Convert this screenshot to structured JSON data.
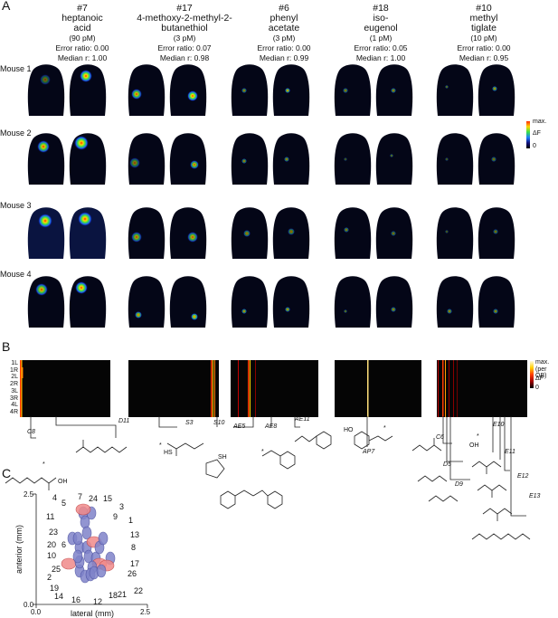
{
  "panels": {
    "a": "A",
    "b": "B",
    "c": "C"
  },
  "odors": [
    {
      "num": "#7",
      "name_lines": [
        "heptanoic",
        "acid"
      ],
      "conc": "(90 pM)",
      "error": "Error ratio: 0.00",
      "median": "Median r: 1.00"
    },
    {
      "num": "#17",
      "name_lines": [
        "4-methoxy-2-methyl-2-",
        "butanethiol"
      ],
      "conc": "(3 pM)",
      "error": "Error ratio: 0.07",
      "median": "Median r: 0.98"
    },
    {
      "num": "#6",
      "name_lines": [
        "phenyl",
        "acetate"
      ],
      "conc": "(3 pM)",
      "error": "Error ratio: 0.00",
      "median": "Median r: 0.99"
    },
    {
      "num": "#18",
      "name_lines": [
        "iso-",
        "eugenol"
      ],
      "conc": "(1 pM)",
      "error": "Error ratio: 0.05",
      "median": "Median r: 1.00"
    },
    {
      "num": "#10",
      "name_lines": [
        "methyl",
        "tiglate"
      ],
      "conc": "(10 pM)",
      "error": "Error ratio: 0.00",
      "median": "Median r: 0.95"
    }
  ],
  "mice": [
    "Mouse 1",
    "Mouse 2",
    "Mouse 3",
    "Mouse 4"
  ],
  "colorbar_a": {
    "max": "max.",
    "delta": "ΔF",
    "zero": "0"
  },
  "colorbar_b": {
    "max": "max.",
    "sub": "(per OB)",
    "delta": "ΔF",
    "zero": "0"
  },
  "raster_rows": [
    "1L",
    "1R",
    "2L",
    "2R",
    "3L",
    "3R",
    "4L",
    "4R"
  ],
  "compound_labels": [
    "C8",
    "D11",
    "S3",
    "S10",
    "AE5",
    "AE8",
    "AE11",
    "AP7",
    "C6",
    "D5",
    "D9",
    "E10",
    "E11",
    "E12",
    "E13"
  ],
  "chem_text": {
    "oh": "OH",
    "hs": "HS",
    "sh": "SH",
    "ho": "HO",
    "o": "O",
    "star": "*"
  },
  "panel_c": {
    "xlabel": "lateral (mm)",
    "ylabel": "anterior (mm)",
    "x_ticks": [
      "0.0",
      "2.5"
    ],
    "y_ticks": [
      "2.5",
      "0.0"
    ],
    "glomeruli": [
      "4",
      "5",
      "7",
      "24",
      "15",
      "3",
      "11",
      "9",
      "1",
      "23",
      "13",
      "8",
      "20",
      "6",
      "10",
      "25",
      "26",
      "17",
      "2",
      "19",
      "22",
      "14",
      "16",
      "12",
      "18",
      "21"
    ]
  },
  "colors": {
    "hot": "#ff3b00",
    "warm": "#ffd000",
    "cool": "#1a3fb0",
    "dark": "#050505",
    "glom_blue": "#7f83c9",
    "glom_red": "#f08a8a"
  }
}
